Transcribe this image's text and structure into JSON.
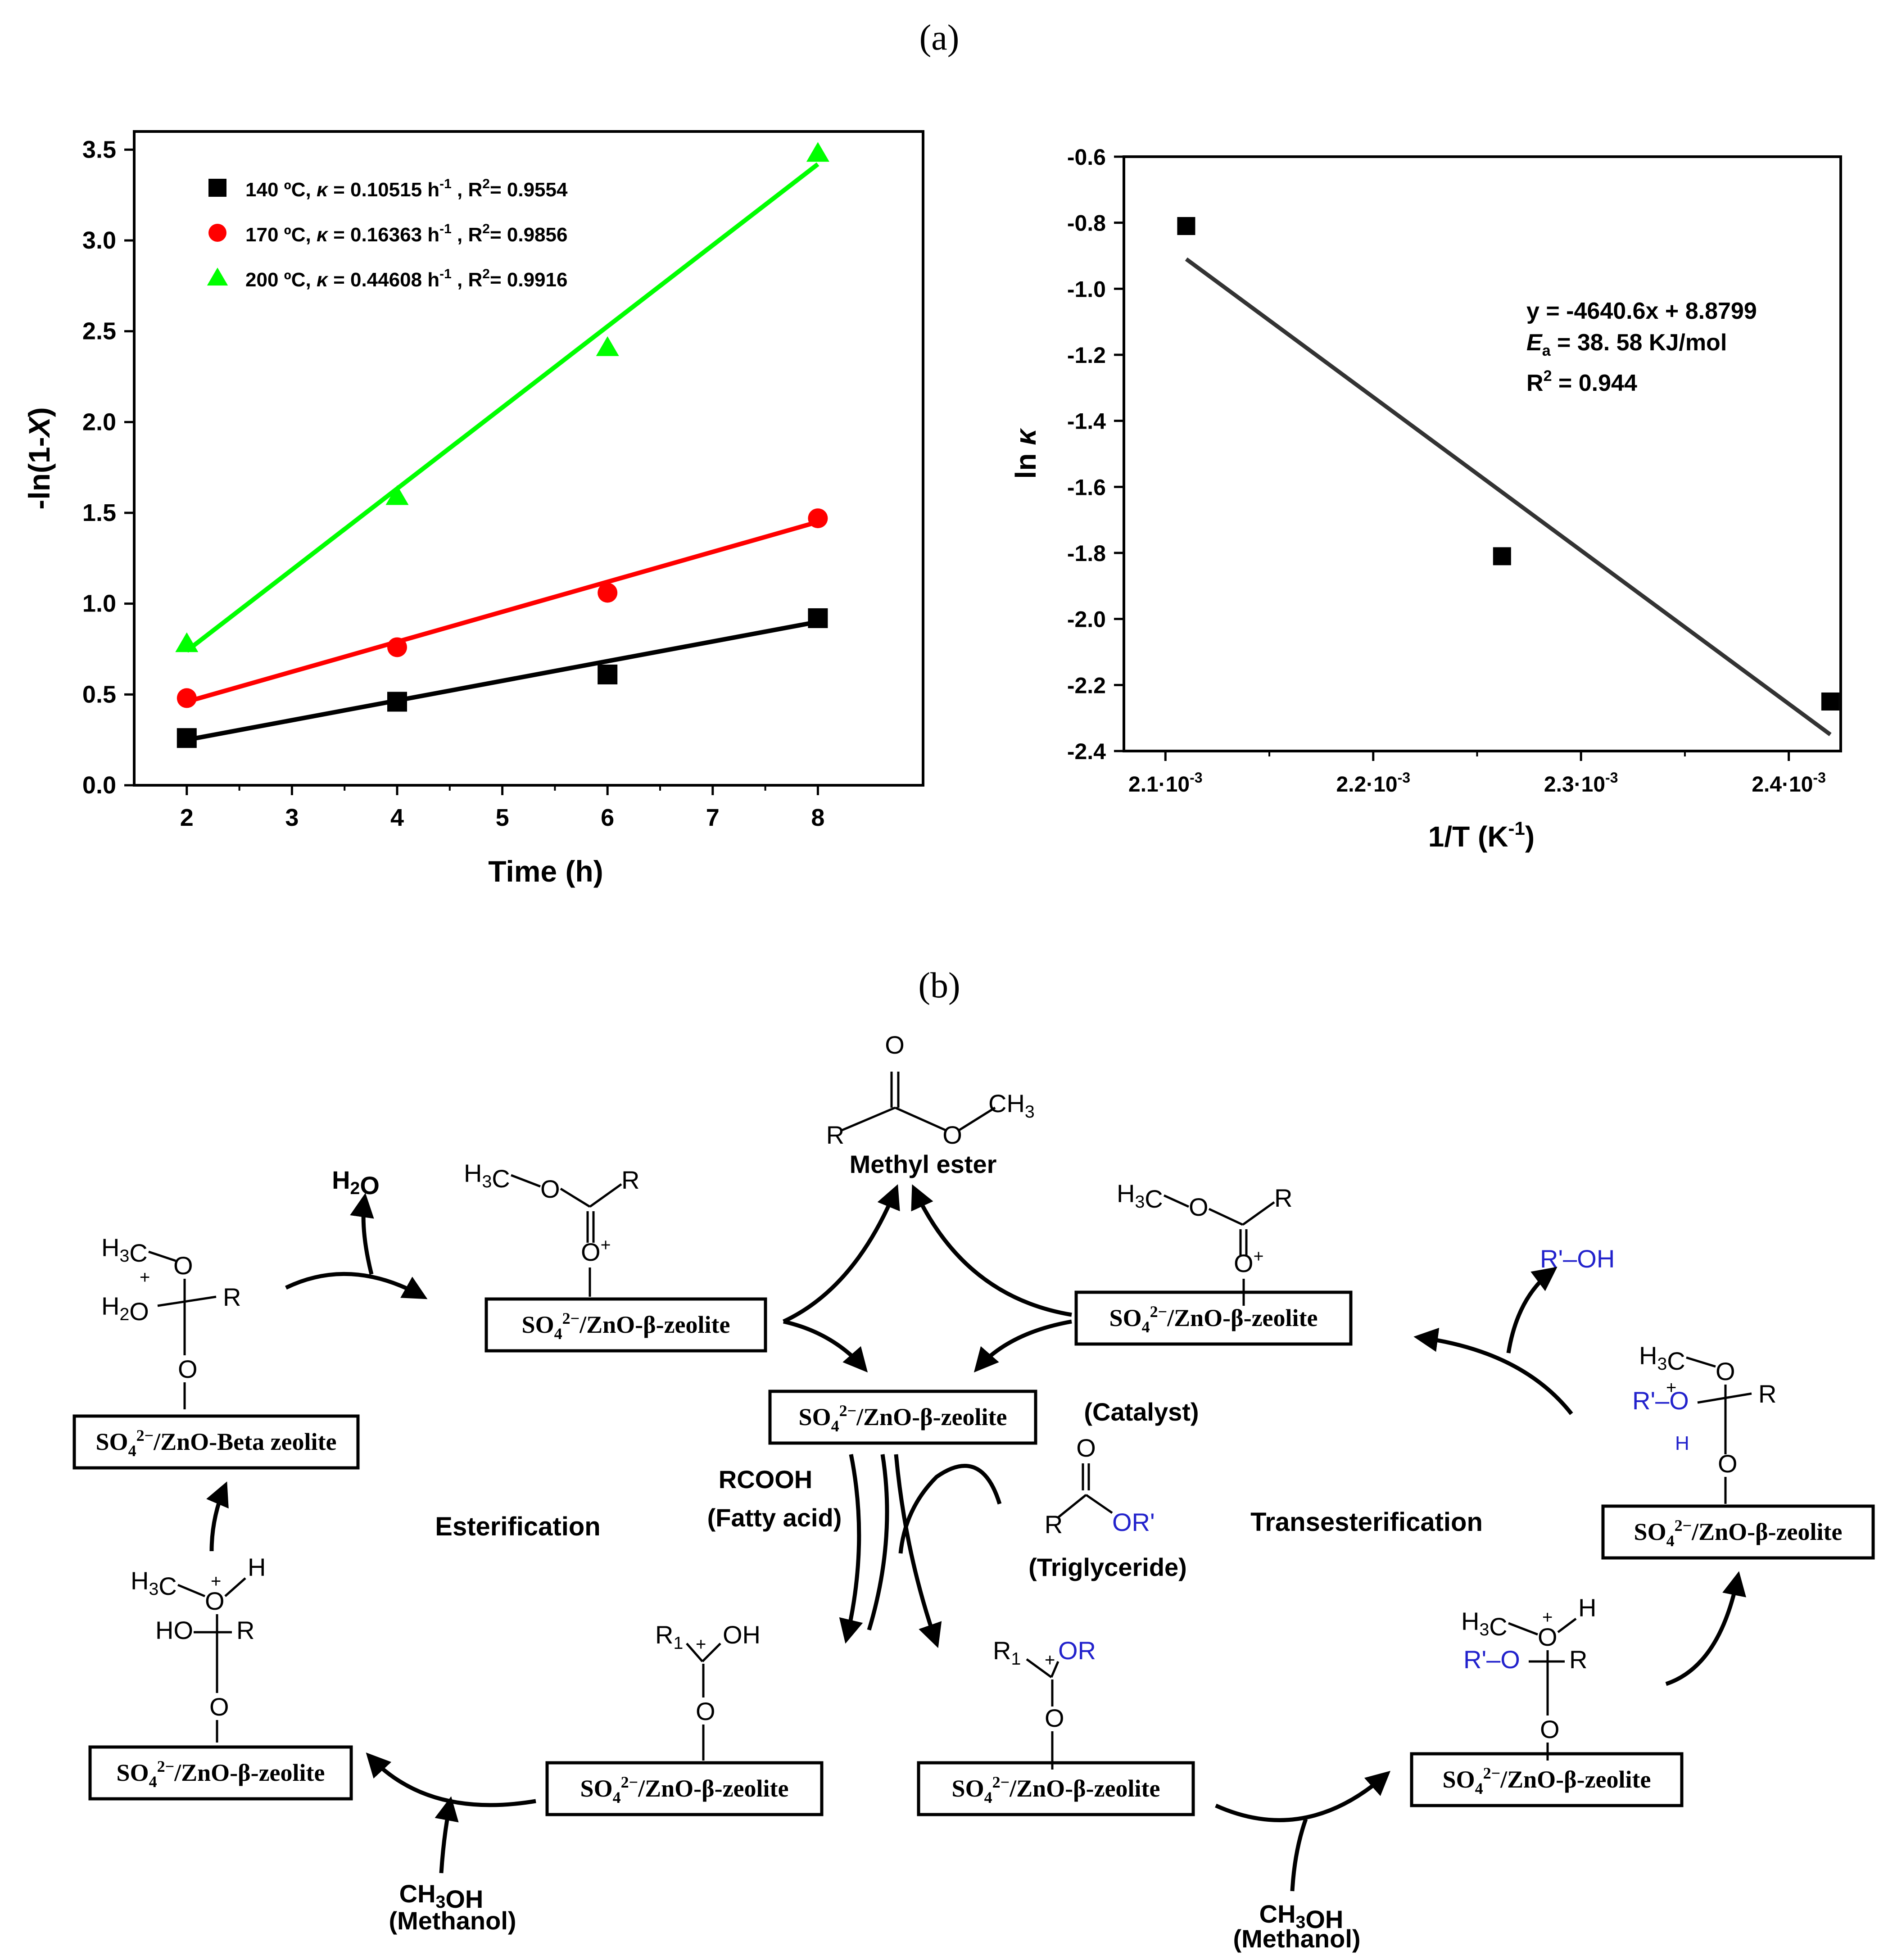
{
  "panel_labels": {
    "a": "(a)",
    "b": "(b)"
  },
  "chart_data": [
    {
      "type": "scatter",
      "xlabel": "Time (h)",
      "ylabel": "-ln(1-X)",
      "xlim": [
        1.5,
        9.0
      ],
      "ylim": [
        0.0,
        3.6
      ],
      "xticks": [
        2,
        3,
        4,
        5,
        6,
        7,
        8
      ],
      "yticks": [
        0.0,
        0.5,
        1.0,
        1.5,
        2.0,
        2.5,
        3.0,
        3.5
      ],
      "legend_position": "top-left",
      "series": [
        {
          "name": "140 ºC, κ = 0.10515 h-1 , R2= 0.9554",
          "color": "#000000",
          "marker": "square",
          "x": [
            2,
            4,
            6,
            8
          ],
          "y": [
            0.26,
            0.46,
            0.61,
            0.92
          ],
          "fit_line": [
            [
              2,
              0.25
            ],
            [
              8,
              0.9
            ]
          ]
        },
        {
          "name": "170 ºC, κ = 0.16363 h-1 , R2= 0.9856",
          "color": "#ff0000",
          "marker": "circle",
          "x": [
            2,
            4,
            6,
            8
          ],
          "y": [
            0.48,
            0.76,
            1.06,
            1.47
          ],
          "fit_line": [
            [
              2,
              0.46
            ],
            [
              8,
              1.45
            ]
          ]
        },
        {
          "name": "200 ºC, κ = 0.44608 h-1 , R2= 0.9916",
          "color": "#00ff00",
          "marker": "triangle",
          "x": [
            2,
            4,
            6,
            8
          ],
          "y": [
            0.78,
            1.59,
            2.41,
            3.48
          ],
          "fit_line": [
            [
              2,
              0.74
            ],
            [
              8,
              3.42
            ]
          ]
        }
      ]
    },
    {
      "type": "scatter",
      "xlabel": "1/T (K-1)",
      "ylabel": "ln κ",
      "xlim": [
        0.00208,
        0.002425
      ],
      "ylim": [
        -2.4,
        -0.6
      ],
      "xticks": [
        "2.1·10-3",
        "2.2·10-3",
        "2.3·10-3",
        "2.4·10-3"
      ],
      "yticks": [
        -0.6,
        -0.8,
        -1.0,
        -1.2,
        -1.4,
        -1.6,
        -1.8,
        -2.0,
        -2.2,
        -2.4
      ],
      "annotation": [
        "y = -4640.6x + 8.8799",
        "Ea = 38. 58 KJ/mol",
        "R2 = 0.944"
      ],
      "series": [
        {
          "name": "",
          "color": "#000000",
          "marker": "square",
          "x": [
            0.00211,
            0.002262,
            0.00242
          ],
          "y": [
            -0.81,
            -1.81,
            -2.25
          ],
          "fit_line": [
            [
              0.00211,
              -0.91
            ],
            [
              0.00242,
              -2.35
            ]
          ]
        }
      ]
    }
  ],
  "scheme": {
    "catalyst_full": "SO42−/ZnO-β-zeolite",
    "catalyst_beta": "SO42−/ZnO-Beta zeolite",
    "catalyst_tag": "(Catalyst)",
    "product": "Methyl ester",
    "water": "H2O",
    "rcooh": "RCOOH",
    "fatty_acid": "(Fatty acid)",
    "triglyceride": "(Triglyceride)",
    "or_prime": "OR'",
    "esterification": "Esterification",
    "transesterification": "Transesterification",
    "methanol_formula": "CH3OH",
    "methanol_name": "(Methanol)",
    "r_prime_oh": "R'–OH",
    "labels": {
      "R": "R",
      "O": "O",
      "CH3": "CH3",
      "H3C": "H3C",
      "H2O": "H2O",
      "HO": "HO",
      "H": "H",
      "OH": "OH",
      "R1": "R1",
      "OR": "OR",
      "R_O": "R'–O",
      "R_O_top": "R'–O",
      "plus": "+",
      "Oplus": "O+"
    }
  }
}
